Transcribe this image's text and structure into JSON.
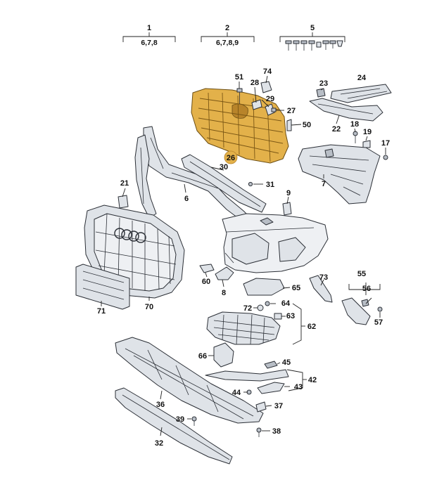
{
  "highlight_color": "#e3b14a",
  "groups": [
    {
      "id": "1",
      "sub": "6,7,8"
    },
    {
      "id": "2",
      "sub": "6,7,8,9"
    },
    {
      "id": "5",
      "sub": ""
    }
  ],
  "labels": {
    "p51": "51",
    "p74": "74",
    "p28": "28",
    "p29": "29",
    "p27": "27",
    "p50": "50",
    "p26": "26",
    "p30": "30",
    "p31": "31",
    "p23": "23",
    "p24": "24",
    "p22": "22",
    "p18": "18",
    "p19": "19",
    "p17": "17",
    "p7": "7",
    "p9": "9",
    "p6": "6",
    "p21": "21",
    "p60": "60",
    "p8": "8",
    "p71": "71",
    "p70": "70",
    "p65": "65",
    "p73": "73",
    "p55": "55",
    "p56": "56",
    "p57": "57",
    "p72": "72",
    "p64": "64",
    "p63": "63",
    "p62": "62",
    "p66": "66",
    "p45": "45",
    "p42": "42",
    "p43": "43",
    "p44": "44",
    "p37": "37",
    "p36": "36",
    "p39": "39",
    "p38": "38",
    "p32": "32"
  }
}
